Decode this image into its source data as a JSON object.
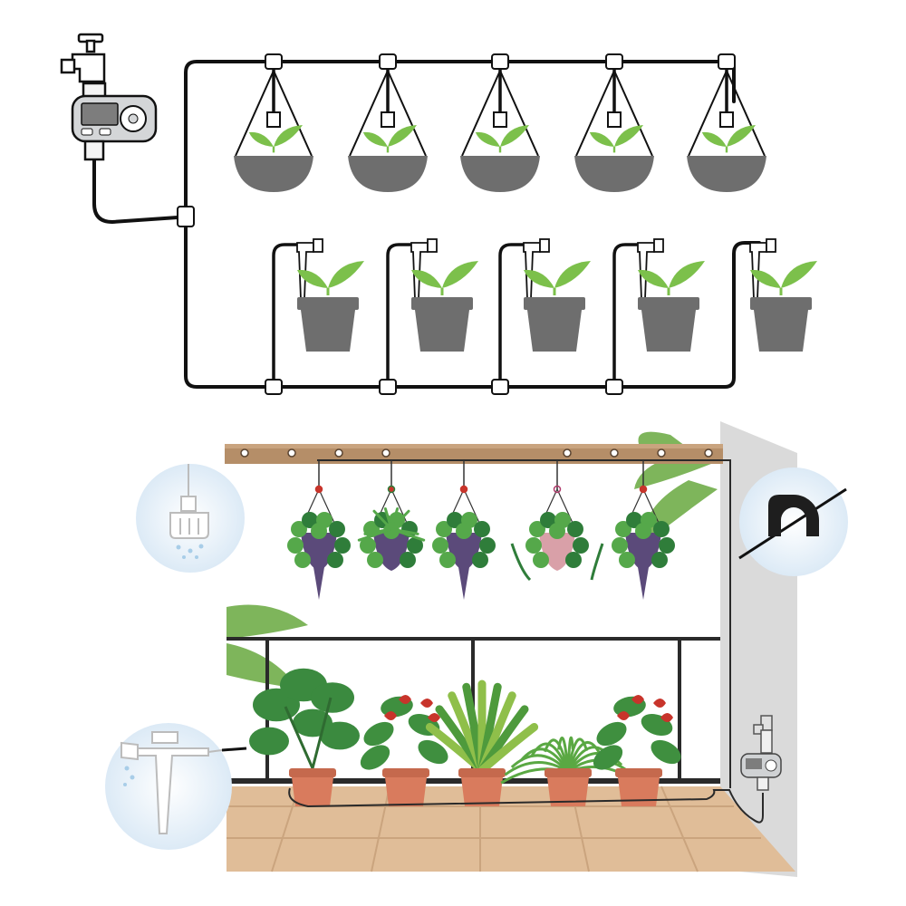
{
  "diagram": {
    "kind": "drip-irrigation-illustration",
    "colors": {
      "tube": "#111111",
      "plant_green": "#7cc04b",
      "planter_gray": "#6e6e6e",
      "timer_gray": "#c9ccce",
      "timer_screen": "#7d7d7d",
      "deck_wood": "#e0bd98",
      "deck_line": "#c9a27c",
      "rail_beam": "#b08a66",
      "wall_gray": "#d9d9d9",
      "pot_terracotta": "#d97b5d",
      "pot_rim": "#c5694d",
      "hanging_pot_purple": "#5b4a7a",
      "foliage_dark": "#2f7d3a",
      "foliage_light": "#55a84a",
      "flower_red": "#c8342b",
      "detail_circle": "#eaf3fb"
    },
    "icons": {
      "timer": "water-timer-icon",
      "faucet": "faucet-icon",
      "dripper": "dripper-icon",
      "stake": "drip-stake-icon",
      "clip": "tube-clip-icon"
    },
    "top_scheme": {
      "hanging_baskets": 5,
      "ground_pots": 5
    },
    "balcony_scene": {
      "hanging_plants": 5,
      "floor_pots": 5,
      "detail_callouts": [
        "dripper-detail",
        "clip-detail",
        "stake-detail"
      ]
    }
  }
}
